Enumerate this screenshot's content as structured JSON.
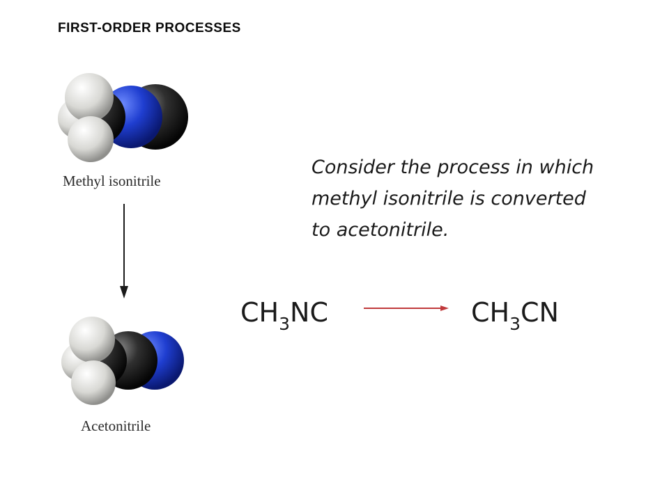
{
  "title": "FIRST-ORDER PROCESSES",
  "molecules": {
    "top_label": "Methyl isonitrile",
    "bottom_label": "Acetonitrile"
  },
  "description": "Consider the process in which methyl isonitrile is converted to acetonitrile.",
  "reaction": {
    "reactant": {
      "pre": "CH",
      "sub": "3",
      "post": "NC"
    },
    "product": {
      "pre": "CH",
      "sub": "3",
      "post": "CN"
    },
    "arrow_color": "#c0393b"
  },
  "colors": {
    "hydrogen": "#e6e6e2",
    "carbon": "#262626",
    "nitrogen": "#1b36b8"
  }
}
